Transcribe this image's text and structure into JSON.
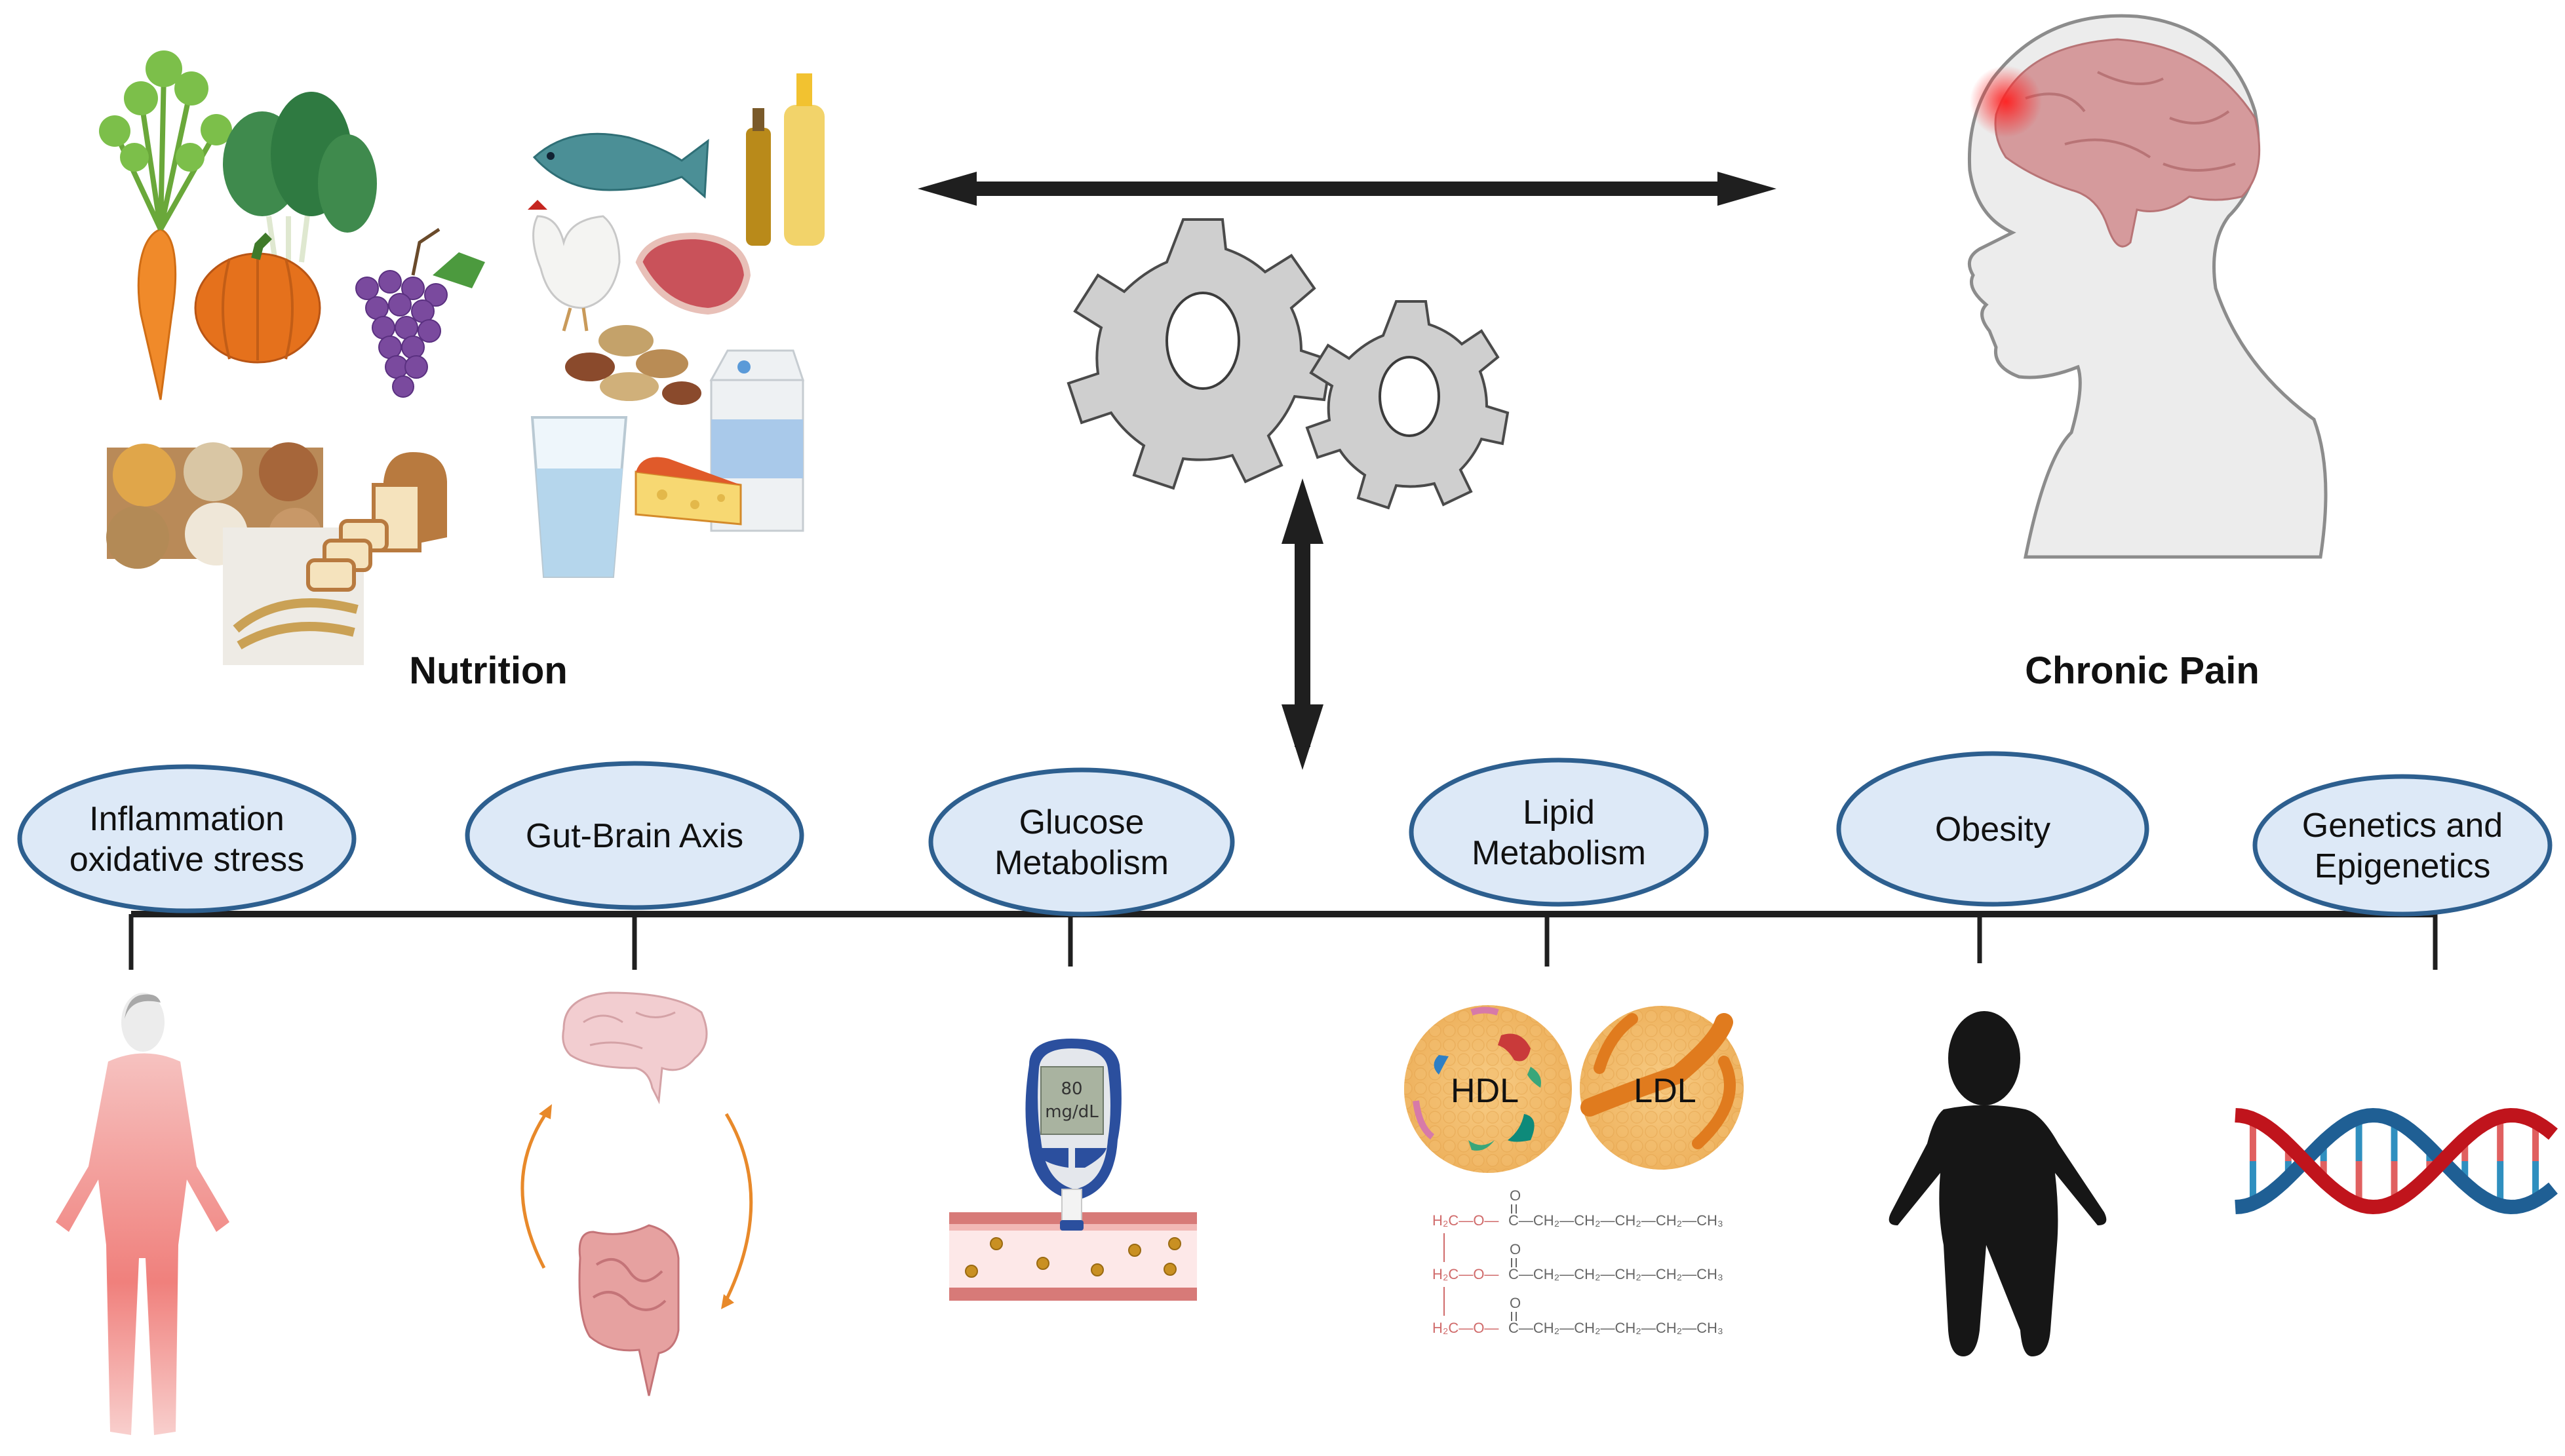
{
  "headings": {
    "nutrition": "Nutrition",
    "chronic_pain": "Chronic Pain"
  },
  "factors": [
    {
      "id": "inflammation",
      "lines": [
        "Inflammation",
        "oxidative stress"
      ],
      "icon": "inflamed-body-icon"
    },
    {
      "id": "gut-brain",
      "lines": [
        "Gut-Brain Axis"
      ],
      "icon": "gut-brain-cycle-icon"
    },
    {
      "id": "glucose",
      "lines": [
        "Glucose",
        "Metabolism"
      ],
      "icon": "glucometer-icon"
    },
    {
      "id": "lipid",
      "lines": [
        "Lipid",
        "Metabolism"
      ],
      "icon": "lipoprotein-icon"
    },
    {
      "id": "obesity",
      "lines": [
        "Obesity"
      ],
      "icon": "obese-person-icon"
    },
    {
      "id": "genetics",
      "lines": [
        "Genetics and",
        "Epigenetics"
      ],
      "icon": "dna-icon"
    }
  ],
  "glucometer": {
    "value": "80",
    "unit": "mg/dL"
  },
  "lipoproteins": {
    "hdl": "HDL",
    "ldl": "LDL"
  },
  "triglyceride": {
    "rows": [
      {
        "backbone": "H₂C—O—",
        "chain": "C—CH₂—CH₂—CH₂—CH₂—CH₃",
        "carbonyl": "O"
      },
      {
        "backbone": "H₂C—O—",
        "chain": "C—CH₂—CH₂—CH₂—CH₂—CH₃",
        "carbonyl": "O"
      },
      {
        "backbone": "H₂C—O—",
        "chain": "C—CH₂—CH₂—CH₂—CH₂—CH₃",
        "carbonyl": "O"
      }
    ]
  },
  "nutrition_items": [
    "carrot",
    "spinach",
    "pumpkin",
    "grapes",
    "grains",
    "bread",
    "fish",
    "oil-bottles",
    "chicken",
    "meat",
    "nuts",
    "milk-carton",
    "water-glass",
    "cheese"
  ],
  "colors": {
    "node_fill": "#dde9f7",
    "node_stroke": "#2d5f8f",
    "arrow": "#1f1f1f",
    "gear": "#cfcfcf",
    "dna_red": "#c0141c",
    "dna_blue": "#1f5f94",
    "gut_arrow": "#e8892a"
  }
}
